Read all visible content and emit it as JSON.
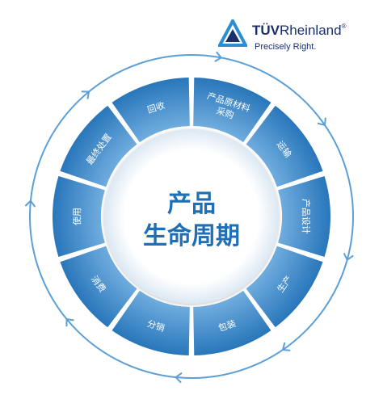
{
  "logo": {
    "brand_bold": "TÜV",
    "brand_rest": "Rheinland",
    "registered": "®",
    "tagline": "Precisely Right."
  },
  "center": {
    "line1": "产品",
    "line2": "生命周期"
  },
  "segments": [
    {
      "label": "回收"
    },
    {
      "label": "产品原材料\n采购"
    },
    {
      "label": "运输"
    },
    {
      "label": "产品设计"
    },
    {
      "label": "生产"
    },
    {
      "label": "包装"
    },
    {
      "label": "分销"
    },
    {
      "label": "消费"
    },
    {
      "label": "使用"
    },
    {
      "label": "最终处置"
    }
  ],
  "colors": {
    "segment_dark": "#1f6fb6",
    "segment_light": "#4a9ad8",
    "center_text": "#1f6fb6",
    "ring": "#5c9fd6",
    "logo": "#1a2f6e",
    "logo_accent": "#2a8fd0"
  }
}
